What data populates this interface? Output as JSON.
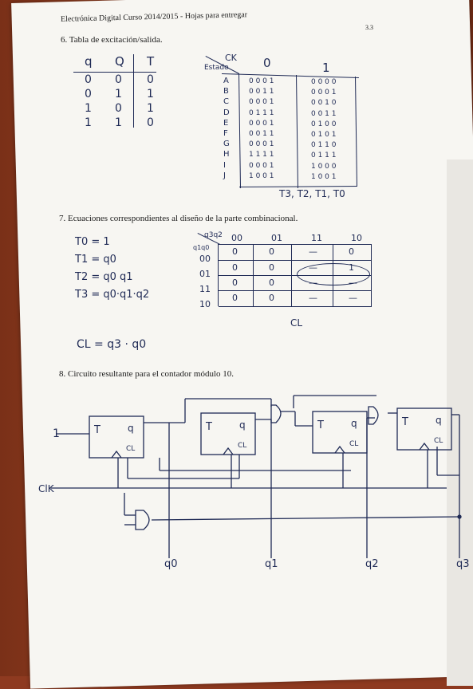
{
  "header": {
    "title": "Electrónica Digital Curso 2014/2015 - Hojas para entregar",
    "page": "3.3"
  },
  "section6": {
    "title": "6. Tabla de excitación/salida.",
    "table1": {
      "headers": [
        "q",
        "Q",
        "T"
      ],
      "rows": [
        [
          "0",
          "0",
          "0"
        ],
        [
          "0",
          "1",
          "1"
        ],
        [
          "1",
          "0",
          "1"
        ],
        [
          "1",
          "1",
          "0"
        ]
      ]
    },
    "table2": {
      "corner_top": "CK",
      "corner_bottom": "Estado",
      "col0": "0",
      "col1": "1",
      "rows": [
        [
          "A",
          "0001",
          "0000"
        ],
        [
          "B",
          "0011",
          "0001"
        ],
        [
          "C",
          "0001",
          "0010"
        ],
        [
          "D",
          "0111",
          "0011"
        ],
        [
          "E",
          "0001",
          "0100"
        ],
        [
          "F",
          "0011",
          "0101"
        ],
        [
          "G",
          "0001",
          "0110"
        ],
        [
          "H",
          "1111",
          "0111"
        ],
        [
          "I",
          "0001",
          "1000"
        ],
        [
          "J",
          "1001",
          "1001"
        ]
      ],
      "footer": "T3, T2, T1, T0"
    }
  },
  "section7": {
    "title": "7. Ecuaciones correspondientes al diseño de la parte combinacional.",
    "equations": [
      "T0 = 1",
      "T1 = q0",
      "T2 = q0 q1",
      "T3 = q0·q1·q2"
    ],
    "kmap": {
      "corner_top": "q3q2",
      "corner_left": "q1q0",
      "cols": [
        "00",
        "01",
        "11",
        "10"
      ],
      "rows": [
        "00",
        "01",
        "11",
        "10"
      ],
      "cells": [
        [
          "0",
          "0",
          "—",
          "0"
        ],
        [
          "0",
          "0",
          "—",
          "1"
        ],
        [
          "0",
          "0",
          "—",
          "—"
        ],
        [
          "0",
          "0",
          "—",
          "—"
        ]
      ],
      "label": "CL"
    },
    "cl_equation": "CL = q3 · q0"
  },
  "section8": {
    "title": "8. Circuito resultante para el contador módulo 10.",
    "input_one": "1",
    "clk": "ClK",
    "ff_t": "T",
    "ff_q": "q",
    "ff_cl": "CL",
    "outputs": [
      "q0",
      "q1",
      "q2",
      "q3"
    ]
  }
}
